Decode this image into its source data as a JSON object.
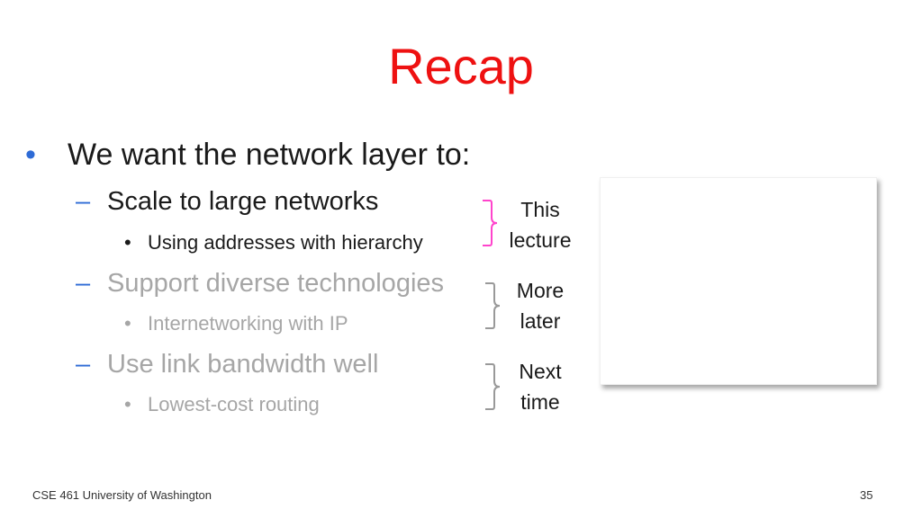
{
  "slide": {
    "title": "Recap",
    "bullet": {
      "marker": "•",
      "text": "We want the network layer to:"
    },
    "items": [
      {
        "marker": "–",
        "text": "Scale to large networks",
        "sub": {
          "marker": "•",
          "text": "Using addresses with hierarchy"
        },
        "active": true
      },
      {
        "marker": "–",
        "text": "Support diverse technologies",
        "sub": {
          "marker": "•",
          "text": "Internetworking with IP"
        },
        "active": false
      },
      {
        "marker": "–",
        "text": "Use link bandwidth well",
        "sub": {
          "marker": "•",
          "text": "Lowest-cost routing"
        },
        "active": false
      }
    ],
    "annotations": [
      {
        "line1": "This",
        "line2": "lecture",
        "brace_color": "#ff44cc"
      },
      {
        "line1": "More",
        "line2": "later",
        "brace_color": "#999999"
      },
      {
        "line1": "Next",
        "line2": "time",
        "brace_color": "#999999"
      }
    ]
  },
  "footer": {
    "left": "CSE 461 University of Washington",
    "page": "35"
  },
  "colors": {
    "title": "#ee1111",
    "bullet": "#2e6bd6",
    "inactive_text": "#a6a6a6"
  }
}
